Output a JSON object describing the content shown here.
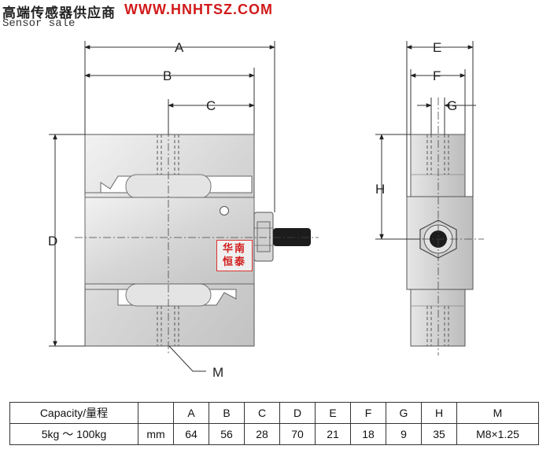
{
  "header": {
    "company_cn": "高端传感器供应商",
    "website": "WWW.HNHTSZ.COM",
    "subtitle": "Sensor sale"
  },
  "stamp": {
    "line1": "华南",
    "line2": "恒泰"
  },
  "dimension_labels": {
    "A": "A",
    "B": "B",
    "C": "C",
    "D": "D",
    "E": "E",
    "F": "F",
    "G": "G",
    "H": "H",
    "M": "M"
  },
  "table": {
    "headers": [
      "Capacity/量程",
      "",
      "A",
      "B",
      "C",
      "D",
      "E",
      "F",
      "G",
      "H",
      "M"
    ],
    "rows": [
      [
        "5kg ～ 100kg",
        "mm",
        "64",
        "56",
        "28",
        "70",
        "21",
        "18",
        "9",
        "35",
        "M8×1.25"
      ]
    ]
  },
  "colors": {
    "accent": "#d11a1a",
    "metal": "#d8d8d8",
    "line": "#333333"
  }
}
